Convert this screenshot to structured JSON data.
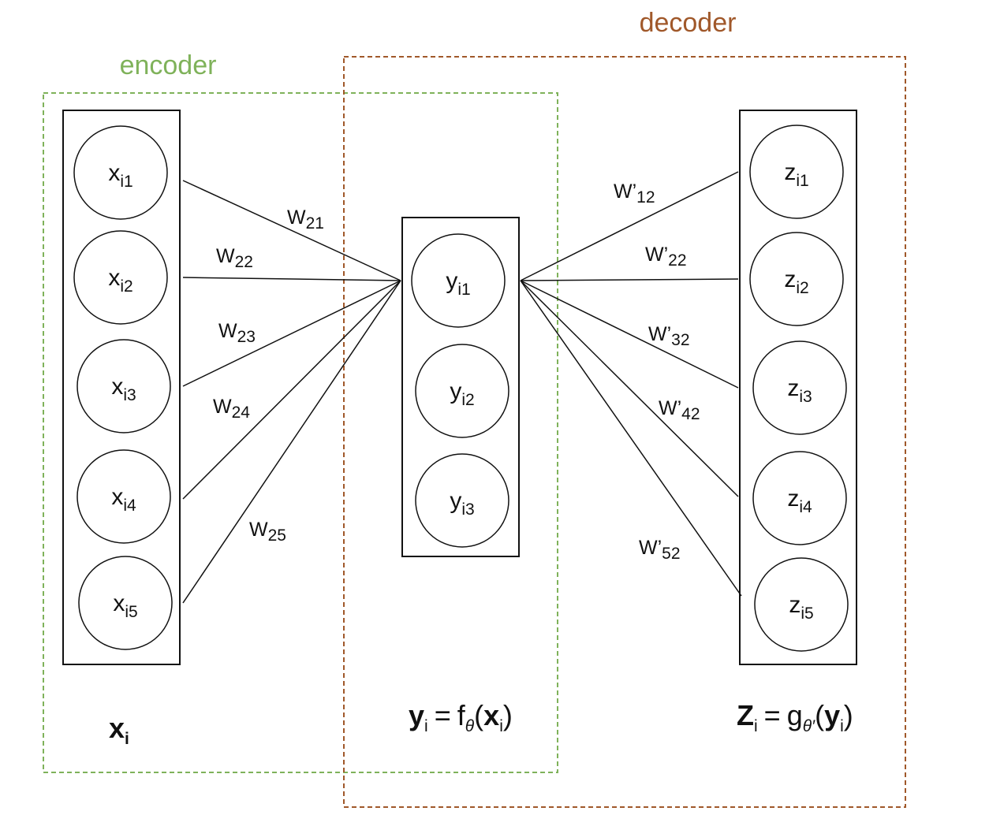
{
  "colors": {
    "encoder": "#7fb25a",
    "decoder": "#a0582a",
    "line": "#111111"
  },
  "regions": {
    "encoder": {
      "label": "encoder"
    },
    "decoder": {
      "label": "decoder"
    }
  },
  "layers": {
    "input": {
      "nodes": [
        {
          "base": "x",
          "sub": "i1"
        },
        {
          "base": "x",
          "sub": "i2"
        },
        {
          "base": "x",
          "sub": "i3"
        },
        {
          "base": "x",
          "sub": "i4"
        },
        {
          "base": "x",
          "sub": "i5"
        }
      ],
      "caption": {
        "base": "x",
        "sub": "i"
      }
    },
    "hidden": {
      "nodes": [
        {
          "base": "y",
          "sub": "i1"
        },
        {
          "base": "y",
          "sub": "i2"
        },
        {
          "base": "y",
          "sub": "i3"
        }
      ],
      "caption": {
        "lhs_base": "y",
        "lhs_sub": "i",
        "eq": "=",
        "func": "f",
        "func_sub": "θ",
        "open": "(",
        "arg_base": "x",
        "arg_sub": "i",
        "close": ")"
      }
    },
    "output": {
      "nodes": [
        {
          "base": "z",
          "sub": "i1"
        },
        {
          "base": "z",
          "sub": "i2"
        },
        {
          "base": "z",
          "sub": "i3"
        },
        {
          "base": "z",
          "sub": "i4"
        },
        {
          "base": "z",
          "sub": "i5"
        }
      ],
      "caption": {
        "lhs_base": "Z",
        "lhs_sub": "i",
        "eq": "=",
        "func": "g",
        "func_sub": "θ′",
        "open": "(",
        "arg_base": "y",
        "arg_sub": "i",
        "close": ")"
      }
    }
  },
  "encoder_weights": [
    {
      "base": "W",
      "sub": "21"
    },
    {
      "base": "W",
      "sub": "22"
    },
    {
      "base": "W",
      "sub": "23"
    },
    {
      "base": "W",
      "sub": "24"
    },
    {
      "base": "W",
      "sub": "25"
    }
  ],
  "decoder_weights": [
    {
      "base": "W’",
      "sub": "12"
    },
    {
      "base": "W’",
      "sub": "22"
    },
    {
      "base": "W’",
      "sub": "32"
    },
    {
      "base": "W’",
      "sub": "42"
    },
    {
      "base": "W’",
      "sub": "52"
    }
  ]
}
